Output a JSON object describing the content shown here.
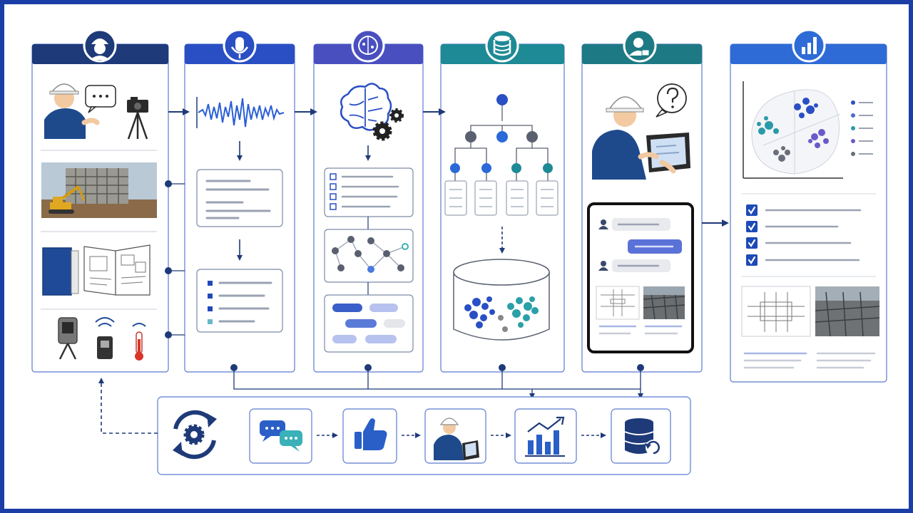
{
  "colors": {
    "frame": "#1a3ea6",
    "navy": "#1e3a78",
    "royal": "#2a4fc4",
    "indigo": "#4a4fc0",
    "teal": "#1e8a96",
    "teal_dark": "#1d7a84",
    "bright_blue": "#2e6bd6",
    "skin": "#f2c9a0",
    "panel_border": "#5b7bd0"
  },
  "columns": [
    {
      "id": "capture",
      "icon": "worker-helmet-icon",
      "color": "navy"
    },
    {
      "id": "speech",
      "icon": "microphone-icon",
      "color": "royal"
    },
    {
      "id": "ai-processing",
      "icon": "brain-icon",
      "color": "indigo"
    },
    {
      "id": "knowledge-base",
      "icon": "database-icon",
      "color": "teal"
    },
    {
      "id": "field-query",
      "icon": "engineer-chat-icon",
      "color": "teal_dark"
    },
    {
      "id": "insights",
      "icon": "bar-chart-icon",
      "color": "bright_blue"
    }
  ],
  "capture_items": [
    "worker-speaking-to-camera",
    "construction-site-photo",
    "manuals-and-drawings",
    "sensors-and-devices"
  ],
  "feedback_loop": {
    "icon": "refresh-gear-icon",
    "steps": [
      "chat-bubbles-icon",
      "thumbs-up-icon",
      "worker-tablet-icon",
      "growth-chart-icon",
      "database-refresh-icon"
    ]
  }
}
